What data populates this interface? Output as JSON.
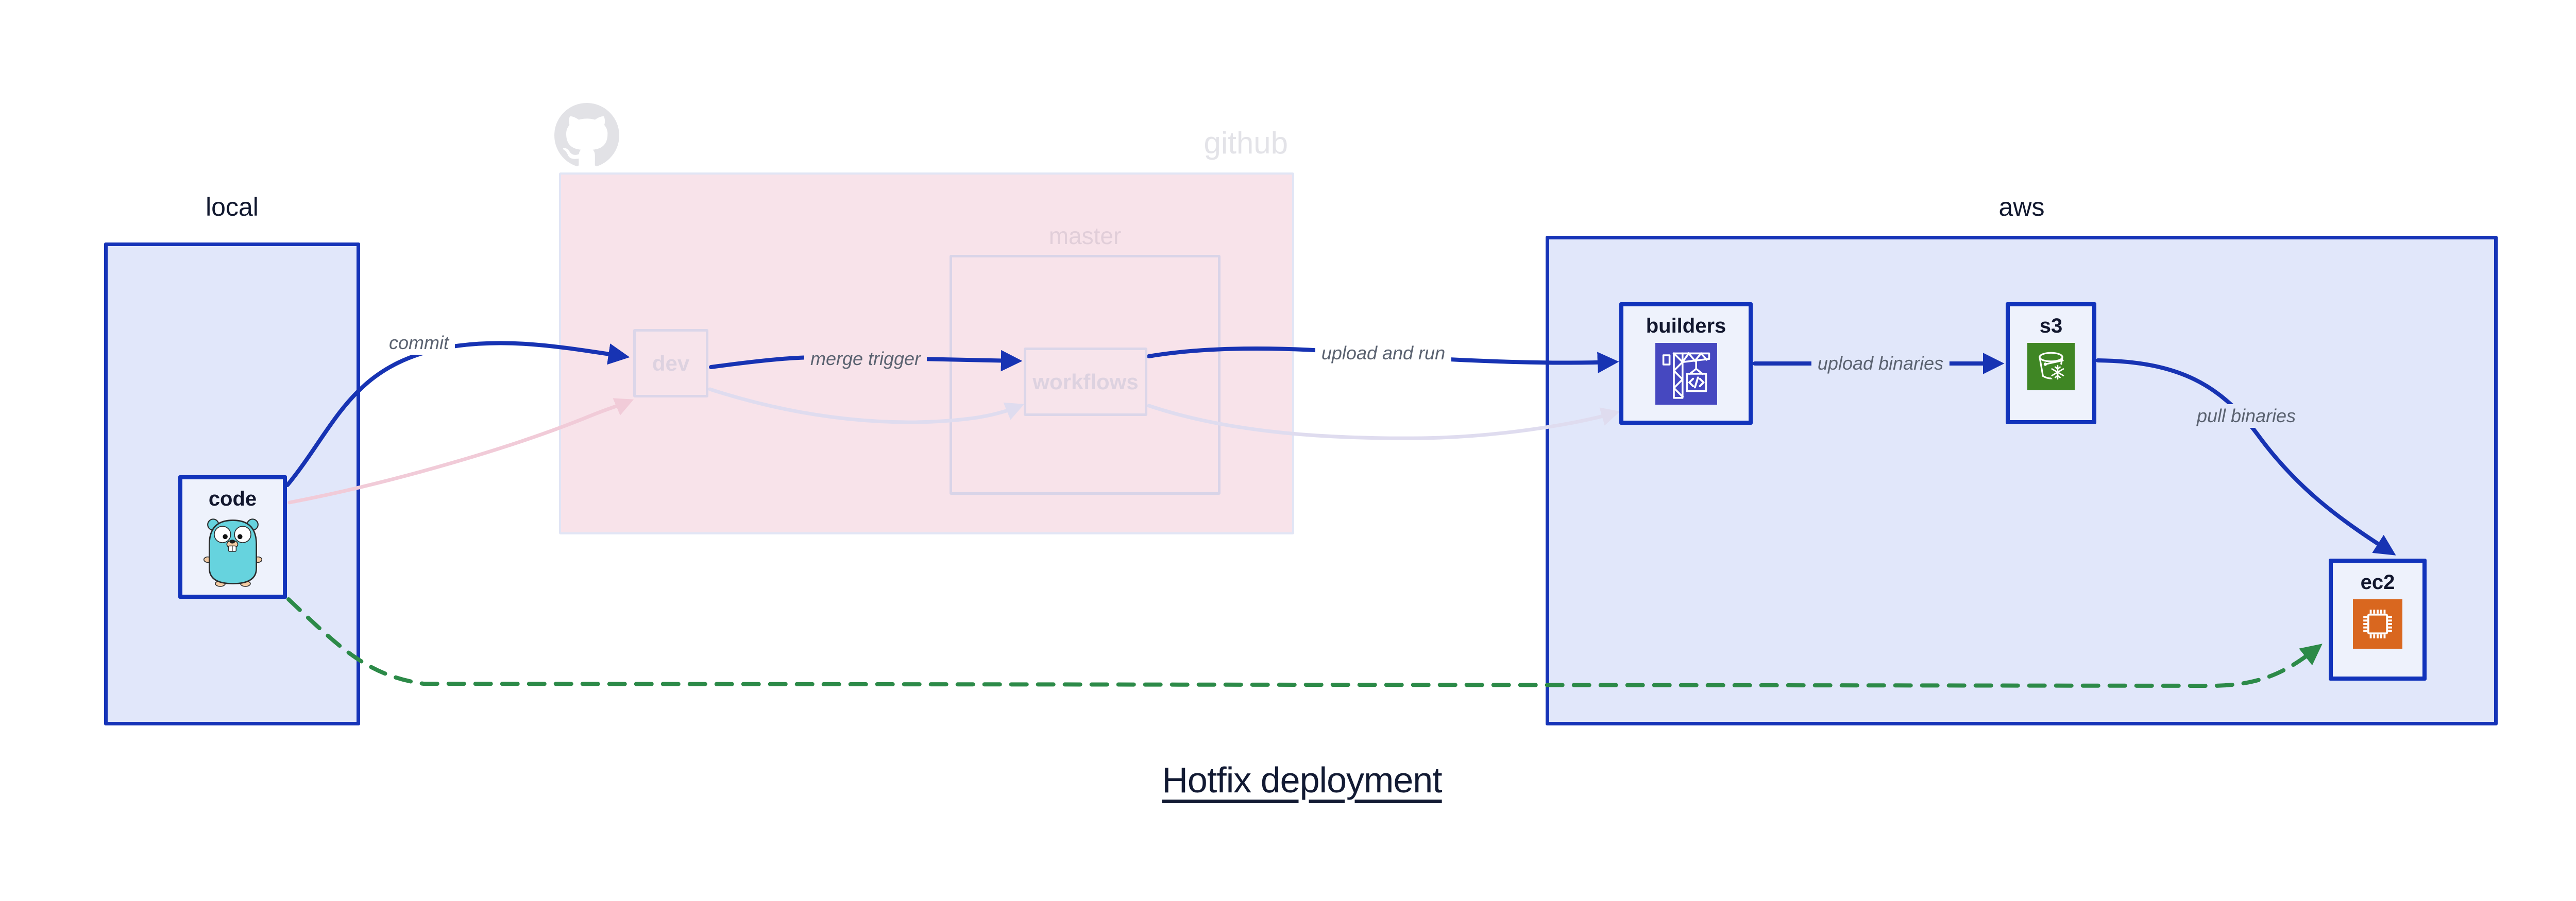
{
  "diagram": {
    "title": "Hotfix deployment",
    "groups": {
      "local": {
        "label": "local"
      },
      "github": {
        "label": "github",
        "master": {
          "label": "master"
        }
      },
      "aws": {
        "label": "aws"
      }
    },
    "nodes": {
      "code": {
        "label": "code",
        "icon": "go-gopher-icon"
      },
      "dev": {
        "label": "dev"
      },
      "workflows": {
        "label": "workflows"
      },
      "builders": {
        "label": "builders",
        "icon": "aws-codebuild-icon"
      },
      "s3": {
        "label": "s3",
        "icon": "aws-s3-glacier-icon"
      },
      "ec2": {
        "label": "ec2",
        "icon": "aws-ec2-icon"
      }
    },
    "edges": {
      "commit": "commit",
      "merge_trigger": "merge trigger",
      "upload_and_run": "upload and run",
      "upload_binaries": "upload binaries",
      "pull_binaries": "pull binaries"
    },
    "colors": {
      "active_edge": "#1733b3",
      "faded_pink_edge": "#f1cbd8",
      "faded_lavender_edge": "#dfdcef",
      "hotfix_dashed_edge": "#2c8a48",
      "group_fill": "#e1e7fa",
      "group_border": "#1634b8",
      "github_group_fill": "#f8e3ea",
      "node_fill": "#eef2fc",
      "codebuild_icon_bg": "#4648c0",
      "s3_glacier_icon_bg": "#3f8624",
      "ec2_icon_bg": "#d9671f",
      "gopher_body": "#66d3de"
    }
  }
}
